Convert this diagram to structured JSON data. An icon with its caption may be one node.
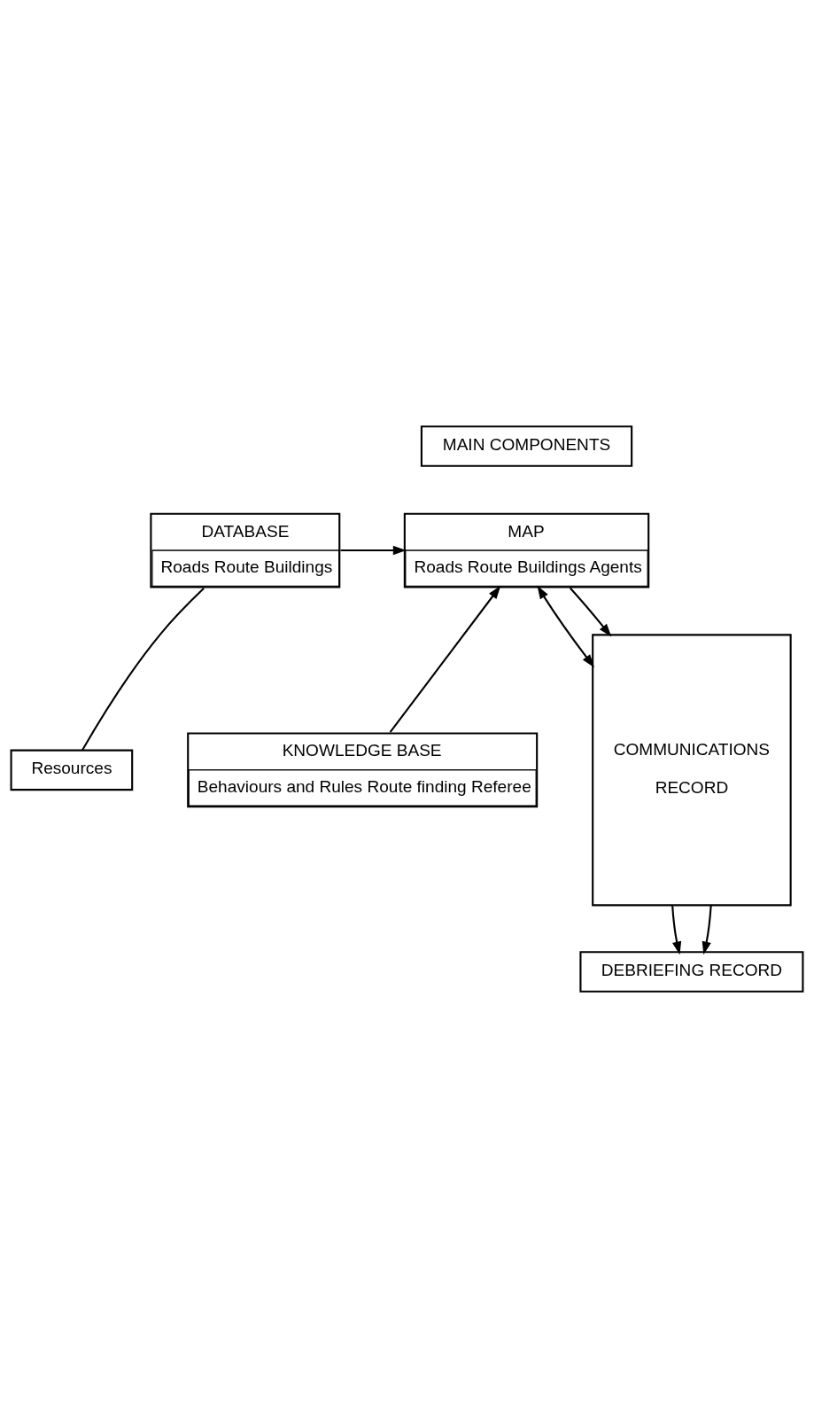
{
  "diagram": {
    "nodes": [
      {
        "text": [
          "MAIN COMPONENTS"
        ]
      },
      {
        "text": [
          "MAP",
          "Roads Route Buildings Agents"
        ]
      },
      {
        "text": [
          "DATABASE",
          "Roads Route Buildings"
        ]
      },
      {
        "text": [
          "Resources"
        ]
      },
      {
        "text": [
          "COMMUNICATIONS",
          "RECORD"
        ]
      },
      {
        "text": [
          "KNOWLEDGE BASE",
          "Behaviours and Rules Route finding Referee"
        ]
      },
      {
        "text": [
          "DEBRIEFING RECORD"
        ]
      }
    ],
    "edges": [
      {
        "from": 2,
        "to": 1,
        "arrow": "to"
      },
      {
        "from": 1,
        "to": 4,
        "arrow": "both"
      },
      {
        "from": 5,
        "to": 1,
        "arrow": "to"
      },
      {
        "from": 1,
        "to": 4,
        "arrow": "to"
      },
      {
        "from": 2,
        "to": 3,
        "arrow": "none"
      },
      {
        "from": 4,
        "to": 6,
        "arrow": "to"
      },
      {
        "from": 4,
        "to": 6,
        "arrow": "to"
      }
    ]
  }
}
